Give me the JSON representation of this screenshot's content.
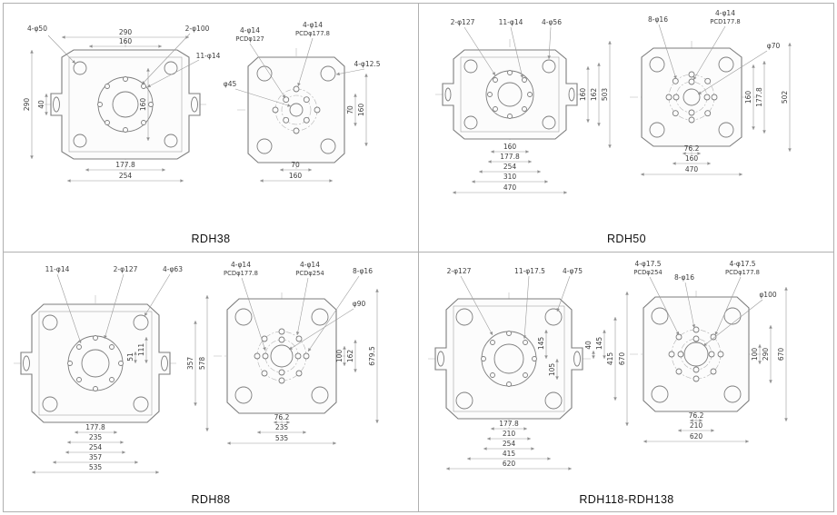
{
  "style": {
    "background": "#ffffff",
    "frame": "#b0b0b0",
    "line": "#7d7d7d",
    "dim_line": "#9b9b9b",
    "text": "#3c3c3c",
    "title": "#111111"
  },
  "panels": {
    "p1": {
      "title": "RDH38",
      "left": {
        "n_corner": "4-φ50",
        "d_w_outer": "290",
        "d_w_inner": "160",
        "n_center": "2-φ100",
        "n_small": "11-φ14",
        "d_h_outer": "290",
        "d_h_ear": "40",
        "d_h_inner": "160",
        "d_b1": "177.8",
        "d_b2": "254"
      },
      "right": {
        "n_bolt1a": "4-φ14",
        "n_bolt1b": "PCDφ127",
        "n_bolt2a": "4-φ14",
        "n_bolt2b": "PCDφ177.8",
        "n_corner": "4-φ12.5",
        "n_center": "φ45",
        "d_h1": "70",
        "d_h2": "160",
        "d_b1": "70",
        "d_b2": "160"
      }
    },
    "p2": {
      "title": "RDH50",
      "left": {
        "n_center": "2-φ127",
        "n_small": "11-φ14",
        "n_corner": "4-φ56",
        "d_h1": "160",
        "d_h2": "162",
        "d_h3": "503",
        "d_b1": "160",
        "d_b2": "177.8",
        "d_b3": "254",
        "d_b4": "310",
        "d_b5": "470"
      },
      "right": {
        "n_bolt8": "8-φ16",
        "n_bolt4a": "4-φ14",
        "n_bolt4b": "PCD177.8",
        "n_center": "φ70",
        "d_h1": "160",
        "d_h2": "177.8",
        "d_h3": "502",
        "d_b1": "76.2",
        "d_b2": "160",
        "d_b3": "470"
      }
    },
    "p3": {
      "title": "RDH88",
      "left": {
        "n_small": "11-φ14",
        "n_center": "2-φ127",
        "n_corner": "4-φ63",
        "d_i1": "51",
        "d_i2": "111",
        "d_h1": "357",
        "d_h2": "578",
        "d_b1": "177.8",
        "d_b2": "235",
        "d_b3": "254",
        "d_b4": "357",
        "d_b5": "535"
      },
      "right": {
        "n_bolt1a": "4-φ14",
        "n_bolt1b": "PCDφ177.8",
        "n_bolt2a": "4-φ14",
        "n_bolt2b": "PCDφ254",
        "n_bolt8": "8-φ16",
        "n_center": "φ90",
        "d_h1": "100",
        "d_h2": "162",
        "d_h3": "679.5",
        "d_b1": "76.2",
        "d_b2": "235",
        "d_b3": "535"
      }
    },
    "p4": {
      "title": "RDH118-RDH138",
      "left": {
        "n_center": "2-φ127",
        "n_small": "11-φ17.5",
        "n_corner": "4-φ75",
        "d_h1": "40",
        "d_h2": "145",
        "d_h3": "415",
        "d_h4": "670",
        "d_i1": "145",
        "d_i2": "105",
        "d_b1": "177.8",
        "d_b2": "210",
        "d_b3": "254",
        "d_b4": "415",
        "d_b5": "620"
      },
      "right": {
        "n_bolt1a": "4-φ17.5",
        "n_bolt1b": "PCDφ254",
        "n_bolt8": "8-φ16",
        "n_bolt2a": "4-φ17.5",
        "n_bolt2b": "PCDφ177.8",
        "n_center": "φ100",
        "d_h1": "100",
        "d_h2": "290",
        "d_h3": "670",
        "d_b1": "76.2",
        "d_b2": "210",
        "d_b3": "620"
      }
    }
  }
}
